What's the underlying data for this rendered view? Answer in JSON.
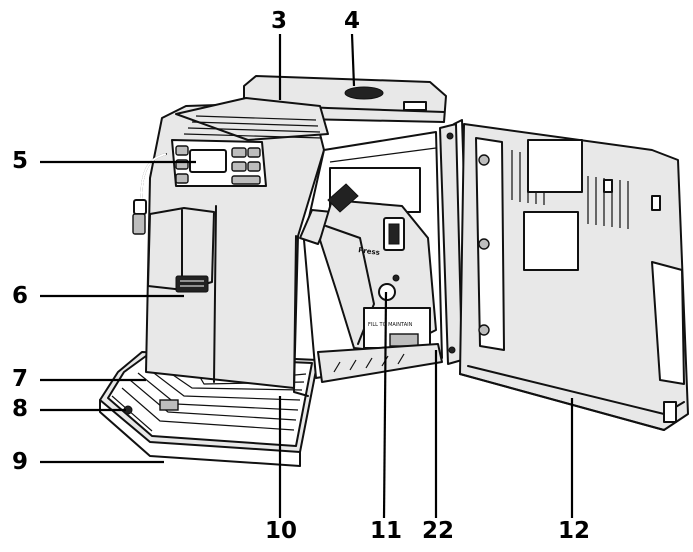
{
  "callouts": [
    {
      "key": "c3",
      "text": "3"
    },
    {
      "key": "c4",
      "text": "4"
    },
    {
      "key": "c5",
      "text": "5"
    },
    {
      "key": "c6",
      "text": "6"
    },
    {
      "key": "c7",
      "text": "7"
    },
    {
      "key": "c8",
      "text": "8"
    },
    {
      "key": "c9",
      "text": "9"
    },
    {
      "key": "c10",
      "text": "10"
    },
    {
      "key": "c11",
      "text": "11"
    },
    {
      "key": "c22",
      "text": "22"
    },
    {
      "key": "c12",
      "text": "12"
    }
  ],
  "tags": {
    "press": "Press",
    "fill_maintenance": "FILL TO MAINTAIN"
  }
}
